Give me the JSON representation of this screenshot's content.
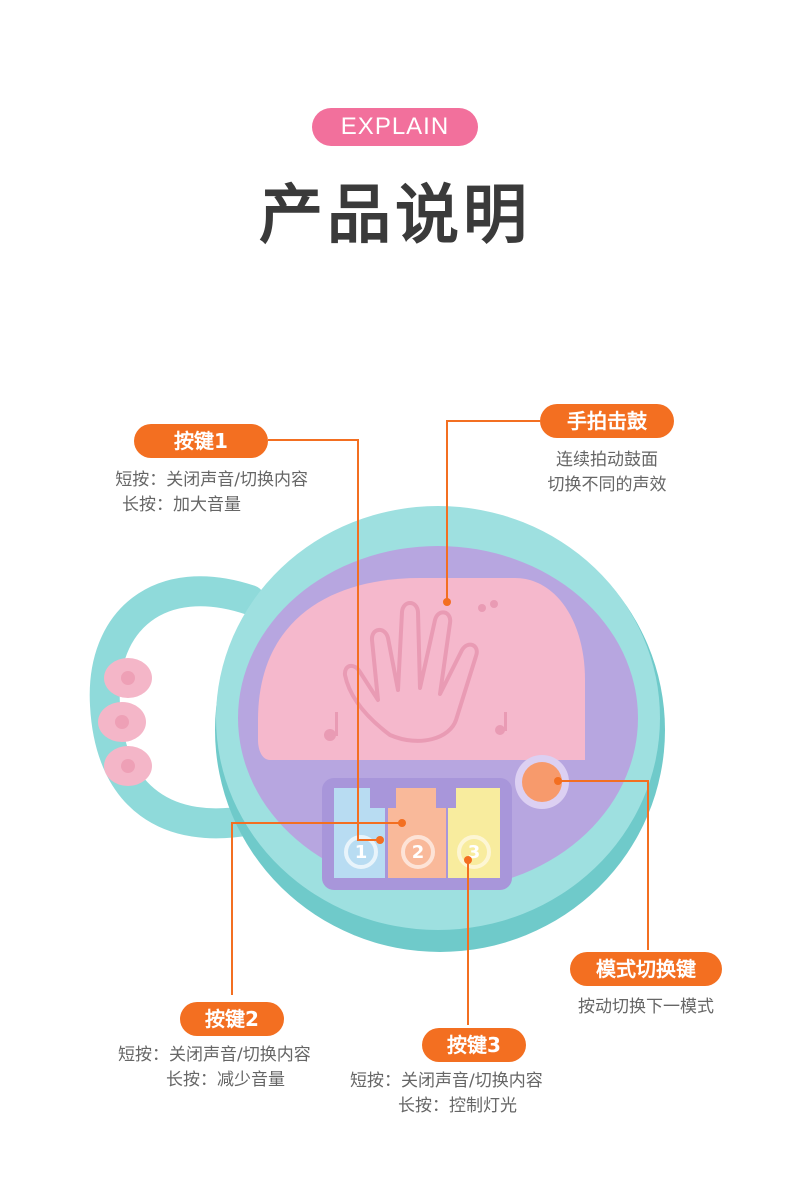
{
  "header": {
    "badge": "EXPLAIN",
    "title": "产品说明"
  },
  "callouts": {
    "button1": {
      "label": "按键1",
      "short_press": "短按：关闭声音/切换内容",
      "long_press": "长按：加大音量"
    },
    "drum": {
      "label": "手拍击鼓",
      "line1": "连续拍动鼓面",
      "line2": "切换不同的声效"
    },
    "button2": {
      "label": "按键2",
      "short_press": "短按：关闭声音/切换内容",
      "long_press": "长按：减少音量"
    },
    "button3": {
      "label": "按键3",
      "short_press": "短按：关闭声音/切换内容",
      "long_press": "长按：控制灯光"
    },
    "mode": {
      "label": "模式切换键",
      "line1": "按动切换下一模式"
    }
  },
  "toy": {
    "keys": [
      "1",
      "2",
      "3"
    ]
  },
  "colors": {
    "accent": "#f36f21",
    "badge": "#f2709c",
    "title": "#3a3a3a",
    "body": "#8fdada",
    "rim": "#b7a6e0",
    "drum": "#f5b8cc"
  }
}
